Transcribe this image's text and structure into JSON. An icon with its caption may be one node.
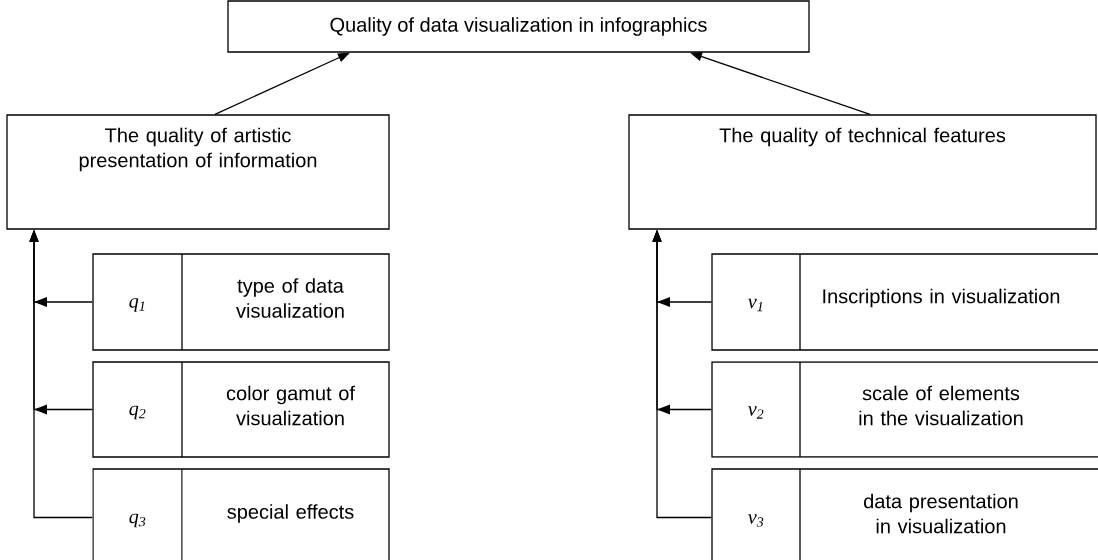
{
  "diagram": {
    "nodes": [
      {
        "text": [
          "Quality of data visualization in infographics"
        ]
      },
      {
        "text": [
          "The quality of artistic presentation of information"
        ]
      },
      {
        "text": [
          "The quality of technical features"
        ]
      },
      {
        "text": [
          "q$_{1}$",
          "type of data visualization"
        ]
      },
      {
        "text": [
          "q$_{2}$",
          "color gamut of visualization"
        ]
      },
      {
        "text": [
          "q$_{3}$",
          "special effects"
        ]
      },
      {
        "text": [
          "v$_{1}$",
          "Inscriptions in visualization"
        ]
      },
      {
        "text": [
          "v$_{2}$",
          "scale of elements in the visualization"
        ]
      },
      {
        "text": [
          "v$_{3}$",
          "data presentation in visualization"
        ]
      }
    ],
    "edges": [
      {
        "from": 1,
        "to": 0,
        "arrow": "to"
      },
      {
        "from": 2,
        "to": 0,
        "arrow": "to"
      },
      {
        "from": 3,
        "to": 1,
        "arrow": "to"
      },
      {
        "from": 4,
        "to": 1,
        "arrow": "to"
      },
      {
        "from": 5,
        "to": 1,
        "arrow": "to"
      },
      {
        "from": 6,
        "to": 2,
        "arrow": "to"
      },
      {
        "from": 7,
        "to": 2,
        "arrow": "to"
      },
      {
        "from": 8,
        "to": 2,
        "arrow": "to"
      }
    ]
  }
}
